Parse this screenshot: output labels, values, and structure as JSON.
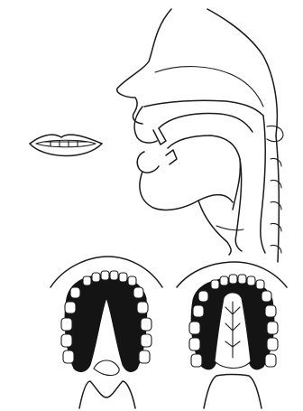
{
  "figure": {
    "panels": [
      "lips-front",
      "sagittal-section",
      "palate-left",
      "palate-right"
    ],
    "colors": {
      "ink": "#1a1a1a",
      "shading": "#141414",
      "paper": "#ffffff"
    }
  }
}
